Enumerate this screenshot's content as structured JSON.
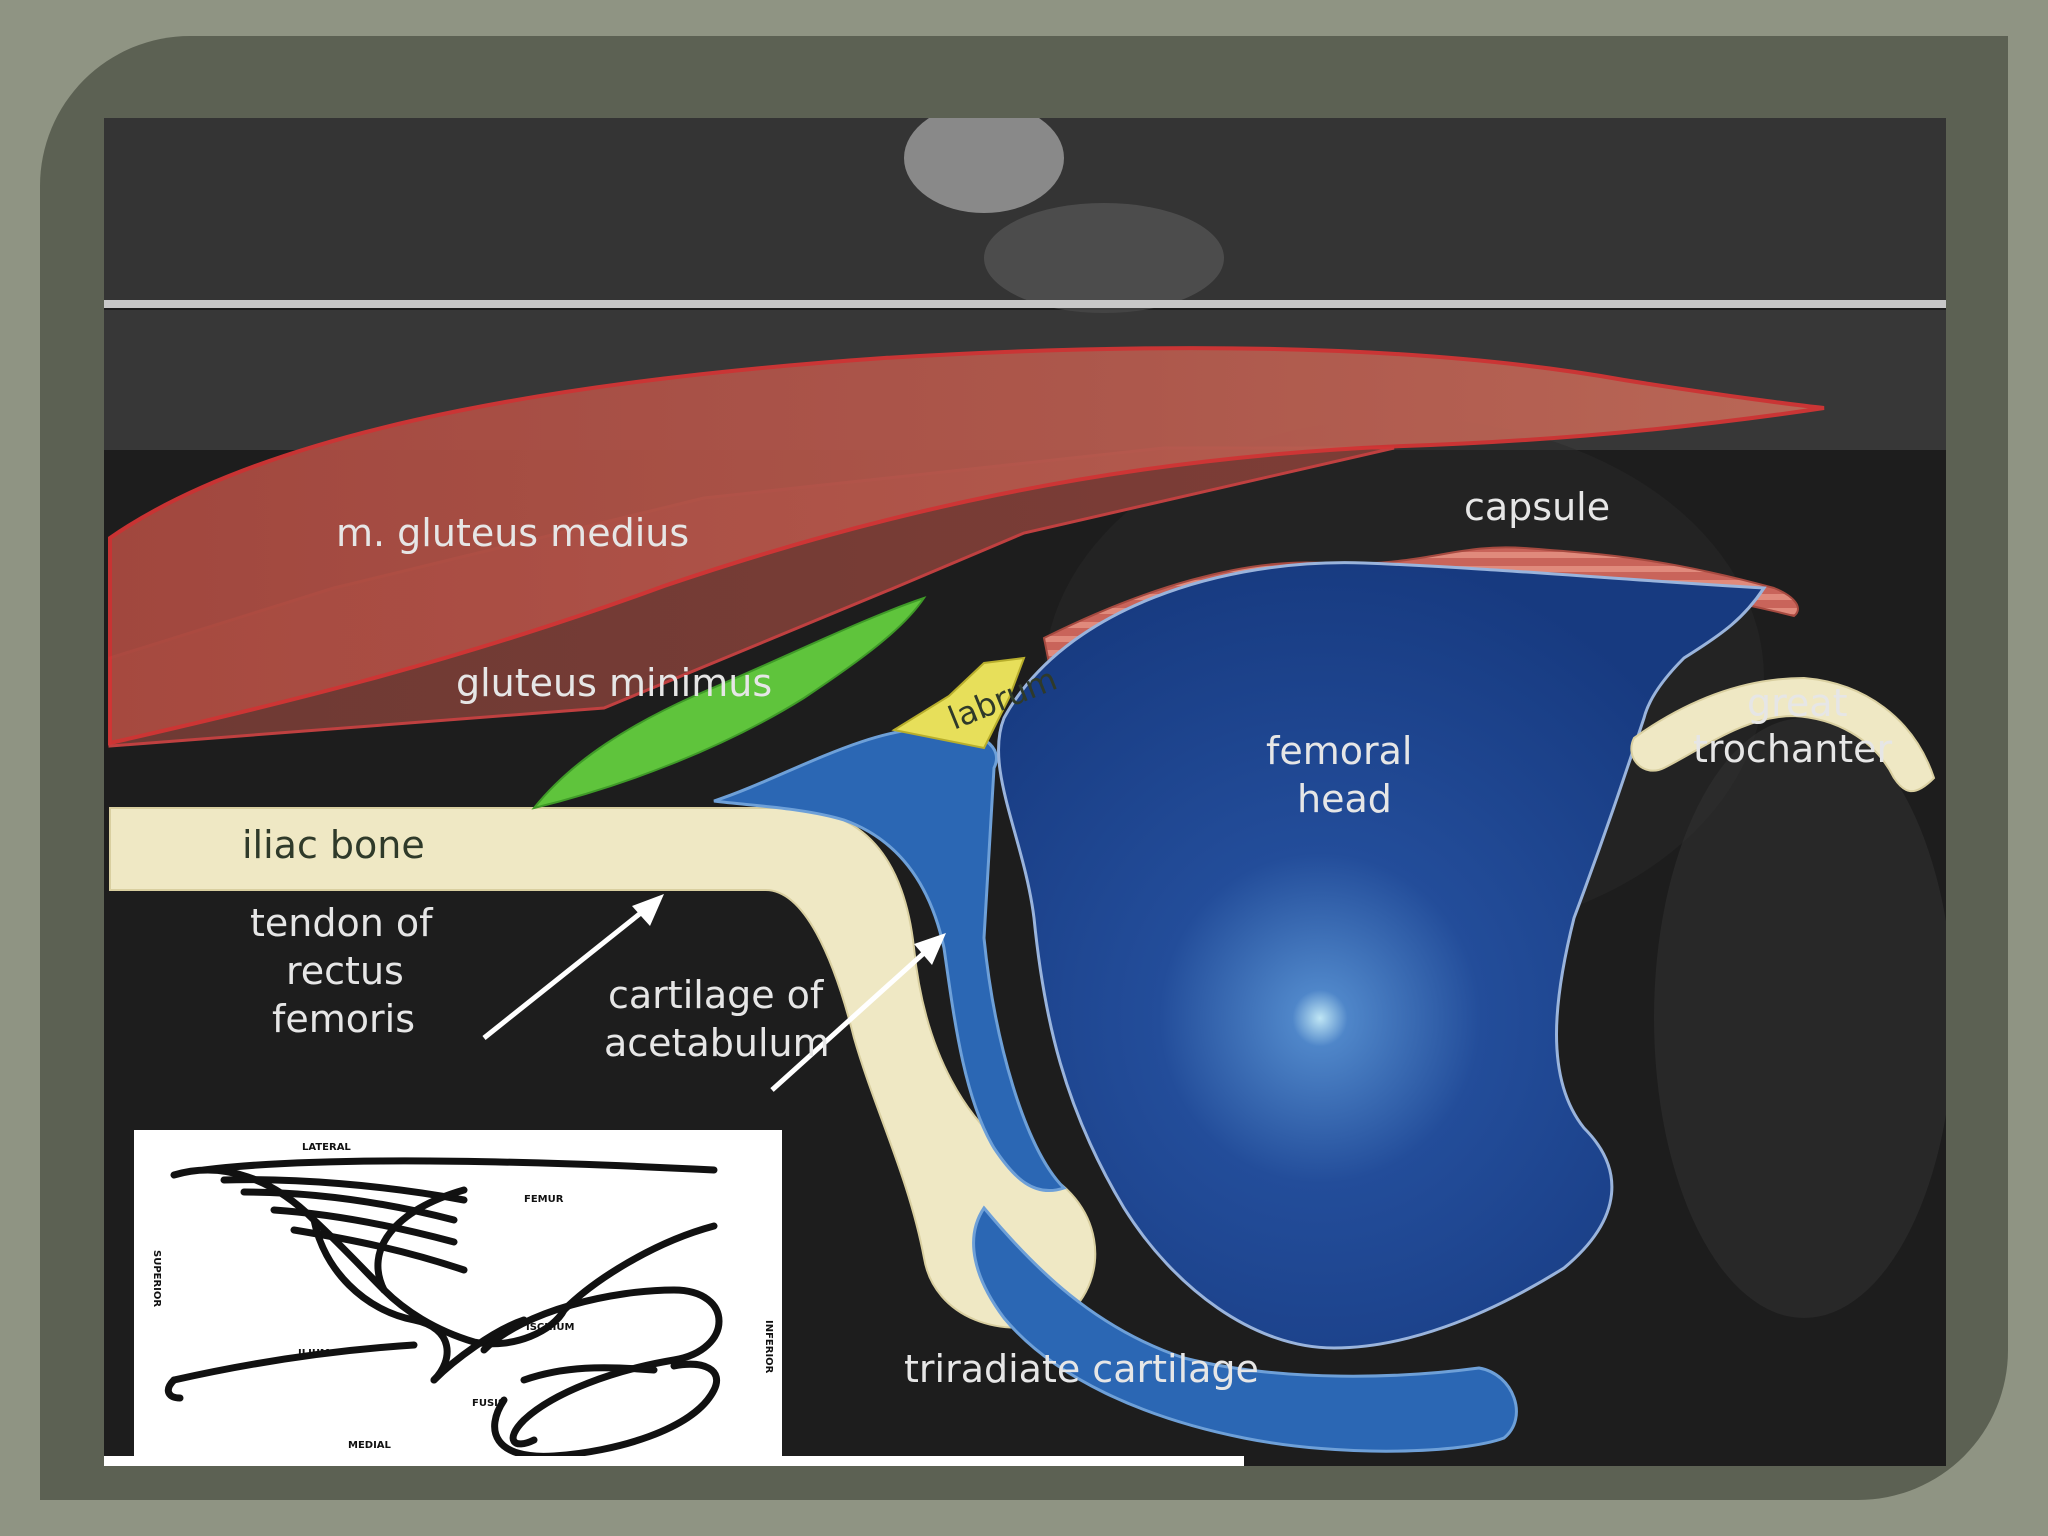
{
  "labels": {
    "gluteus_medius": "m. gluteus medius",
    "gluteus_minimus": "gluteus minimus",
    "capsule": "capsule",
    "labrum": "labrum",
    "femoral_head_1": "femoral",
    "femoral_head_2": "head",
    "great_trochanter_1": "great",
    "great_trochanter_2": "trochanter",
    "iliac_bone": "iliac bone",
    "tendon_1": "tendon of",
    "tendon_2": "rectus",
    "tendon_3": "femoris",
    "cartilage_1": "cartilage of",
    "cartilage_2": "acetabulum",
    "triradiate": "triradiate cartilage"
  },
  "inset": {
    "lateral": "LATERAL",
    "femur": "FEMUR",
    "superior": "SUPERIOR",
    "inferior": "INFERIOR",
    "ilium": "ILIUM",
    "ischium": "ISCHIUM",
    "fusis": "FUSIS",
    "medial": "MEDIAL"
  },
  "colors": {
    "muscle": "#b0473c",
    "tendon": "#5fc43c",
    "labrum": "#e7df5a",
    "femoral_head": "#1f4590",
    "cartilage": "#2b67b4",
    "bone": "#efe8c4"
  }
}
